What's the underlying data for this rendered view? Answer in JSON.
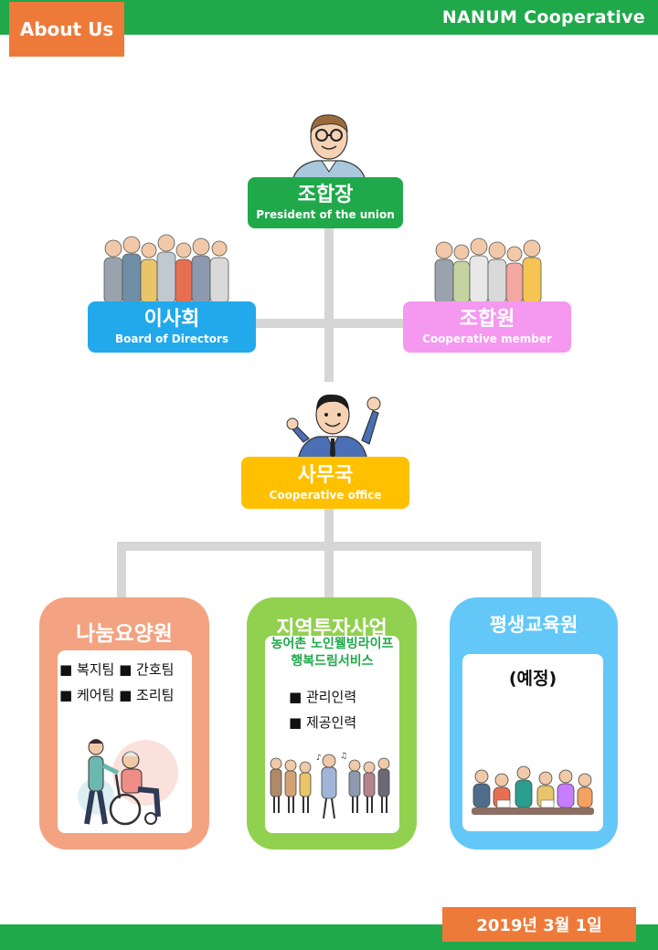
{
  "header": {
    "tab": "About Us",
    "brand": "NANUM  Cooperative"
  },
  "footer": {
    "date": "2019년 3월 1일"
  },
  "nodes": {
    "president": {
      "ko": "조합장",
      "en": "President of the union",
      "color": "#1fa94a"
    },
    "board": {
      "ko": "이사회",
      "en": "Board of Directors",
      "color": "#21a9ec"
    },
    "members": {
      "ko": "조합원",
      "en": "Cooperative member",
      "color": "#f598f0"
    },
    "office": {
      "ko": "사무국",
      "en": "Cooperative office",
      "color": "#ffc000"
    }
  },
  "cards": {
    "care": {
      "title": "나눔요양원",
      "items": [
        "■ 복지팀 ■ 간호팀",
        "■ 케어팀 ■ 조리팀"
      ],
      "color": "#f3a382"
    },
    "invest": {
      "title": "지역투자사업",
      "sub1": "농어촌 노인웰빙라이프",
      "sub2": "행복드림서비스",
      "items": [
        "■ 관리인력",
        "■ 제공인력"
      ],
      "color": "#92d050"
    },
    "edu": {
      "title": "평생교육원",
      "note": "(예정)",
      "color": "#63c8f8"
    }
  }
}
